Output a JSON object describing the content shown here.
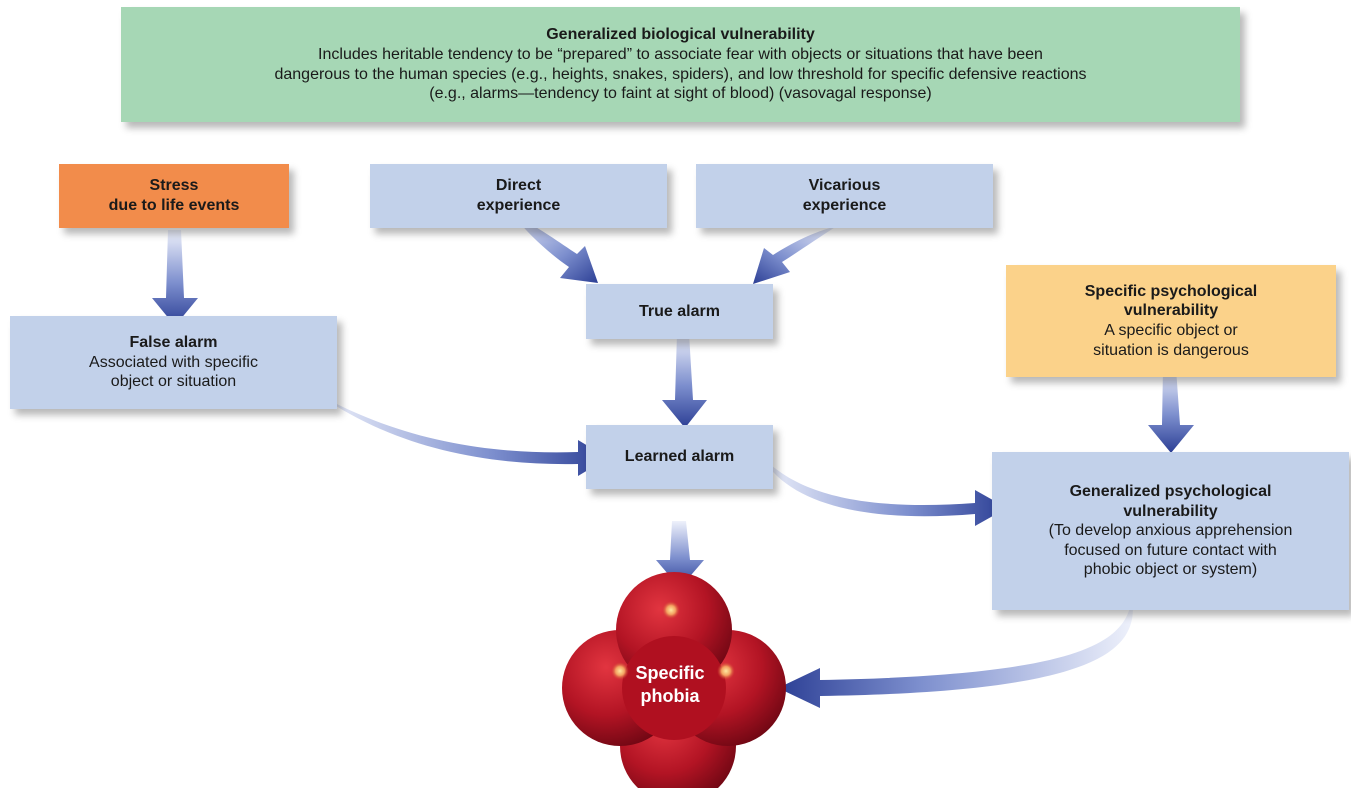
{
  "top": {
    "title": "Generalized biological vulnerability",
    "line1": "Includes heritable tendency to be “prepared” to associate fear with objects or situations that have been",
    "line2": "dangerous to the human species (e.g., heights, snakes, spiders), and low threshold for specific defensive reactions",
    "line3": "(e.g., alarms—tendency to faint at sight of blood) (vasovagal response)"
  },
  "stress": {
    "line1": "Stress",
    "line2": "due to life events"
  },
  "direct": {
    "line1": "Direct",
    "line2": "experience"
  },
  "vicarious": {
    "line1": "Vicarious",
    "line2": "experience"
  },
  "true_alarm": {
    "title": "True alarm"
  },
  "false_alarm": {
    "title": "False alarm",
    "line1": "Associated with specific",
    "line2": "object or situation"
  },
  "specific_vuln": {
    "title1": "Specific psychological",
    "title2": "vulnerability",
    "line1": "A specific object or",
    "line2": "situation is dangerous"
  },
  "learned_alarm": {
    "title": "Learned alarm"
  },
  "general_vuln": {
    "title1": "Generalized psychological",
    "title2": "vulnerability",
    "line1": "(To develop anxious apprehension",
    "line2": "focused on future contact with",
    "line3": "phobic object or system)"
  },
  "phobia": {
    "line1": "Specific",
    "line2": "phobia"
  },
  "colors": {
    "blue_box": "#c2d1ea",
    "green_box": "#a6d7b5",
    "orange_box": "#f28c4b",
    "amber_box": "#fbd28a",
    "arrow_dark": "#3b4fa3",
    "phobia_red": "#b01020"
  }
}
